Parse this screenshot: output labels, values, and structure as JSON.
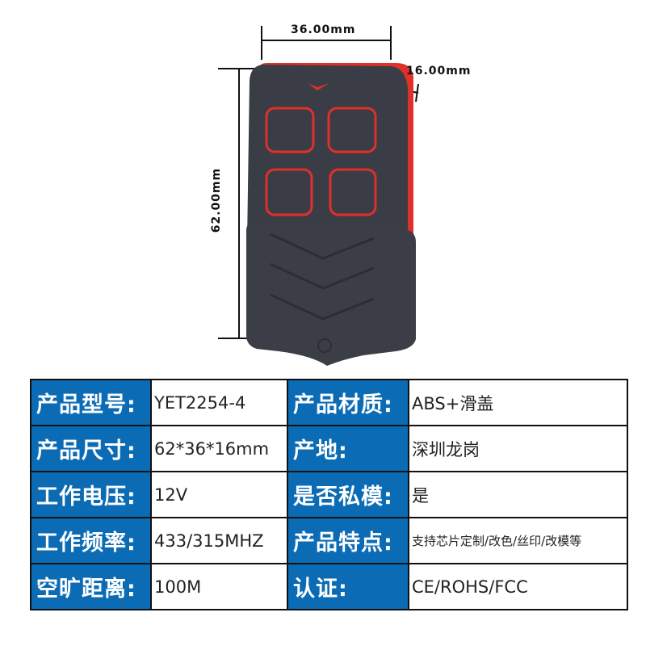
{
  "dimensions": {
    "width": "36.00mm",
    "depth": "16.00mm",
    "height": "62.00mm"
  },
  "colors": {
    "label_bg": "#0b6cb5",
    "body": "#3a3d45",
    "accent": "#e0302a"
  },
  "specs": [
    {
      "label": "产品型号:",
      "value": "YET2254-4",
      "label2": "产品材质:",
      "value2": "ABS+滑盖"
    },
    {
      "label": "产品尺寸:",
      "value": "62*36*16mm",
      "label2": "产地:",
      "value2": "深圳龙岗"
    },
    {
      "label": "工作电压:",
      "value": "12V",
      "label2": "是否私模:",
      "value2": "是"
    },
    {
      "label": "工作频率:",
      "value": "433/315MHZ",
      "label2": "产品特点:",
      "value2": "支持芯片定制/改色/丝印/改模等"
    },
    {
      "label": "空旷距离:",
      "value": "100M",
      "label2": "认证:",
      "value2": "CE/ROHS/FCC"
    }
  ]
}
